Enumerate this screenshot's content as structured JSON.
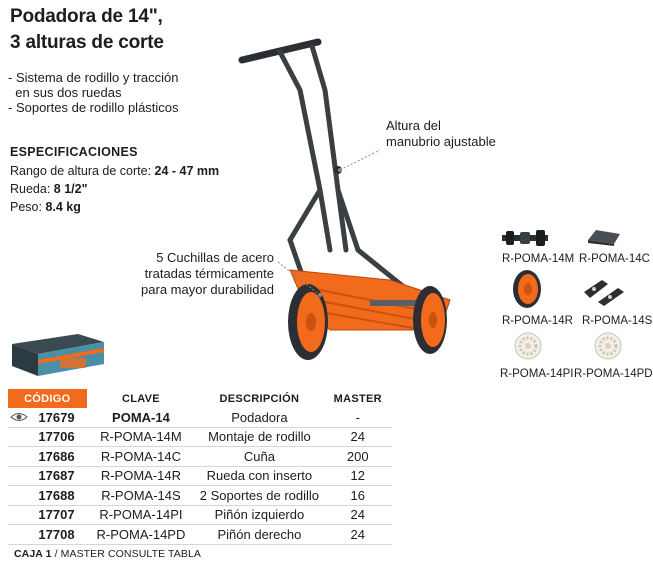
{
  "product": {
    "title_line1": "Podadora de 14\",",
    "title_line2": "3 alturas de corte"
  },
  "features": [
    "- Sistema de rodillo y tracción",
    "  en sus dos ruedas",
    "- Soportes de rodillo plásticos"
  ],
  "specs": {
    "heading": "ESPECIFICACIONES",
    "rows": [
      {
        "label": "Rango de altura de corte: ",
        "value": "24 - 47  mm"
      },
      {
        "label": "Rueda: ",
        "value": "8 1/2\""
      },
      {
        "label": "Peso: ",
        "value": "8.4 kg"
      }
    ]
  },
  "callouts": {
    "handle": [
      "Altura del",
      "manubrio ajustable"
    ],
    "blades": [
      "5 Cuchillas de acero",
      "tratadas térmicamente",
      "para mayor durabilidad"
    ]
  },
  "parts": [
    {
      "label": "R-POMA-14M",
      "icon": "roller-mount-icon"
    },
    {
      "label": "R-POMA-14C",
      "icon": "wedge-icon"
    },
    {
      "label": "R-POMA-14R",
      "icon": "wheel-icon"
    },
    {
      "label": "R-POMA-14S",
      "icon": "roller-supports-icon"
    },
    {
      "label": "R-POMA-14PI",
      "icon": "left-pinion-icon"
    },
    {
      "label": "R-POMA-14PD",
      "icon": "right-pinion-icon"
    }
  ],
  "table": {
    "headers": {
      "code": "CÓDIGO",
      "clave": "CLAVE",
      "desc": "DESCRIPCIÓN",
      "master": "MASTER"
    },
    "rows": [
      {
        "code": "17679",
        "clave": "POMA-14",
        "desc": "Podadora",
        "master": "-"
      },
      {
        "code": "17706",
        "clave": "R-POMA-14M",
        "desc": "Montaje de rodillo",
        "master": "24"
      },
      {
        "code": "17686",
        "clave": "R-POMA-14C",
        "desc": "Cuña",
        "master": "200"
      },
      {
        "code": "17687",
        "clave": "R-POMA-14R",
        "desc": "Rueda con inserto",
        "master": "12"
      },
      {
        "code": "17688",
        "clave": "R-POMA-14S",
        "desc": "2 Soportes de rodillo",
        "master": "16"
      },
      {
        "code": "17707",
        "clave": "R-POMA-14PI",
        "desc": "Piñón izquierdo",
        "master": "24"
      },
      {
        "code": "17708",
        "clave": "R-POMA-14PD",
        "desc": "Piñón derecho",
        "master": "24"
      }
    ]
  },
  "footer": {
    "caja": "CAJA 1",
    "rest": " / MASTER CONSULTE TABLA"
  },
  "colors": {
    "accent": "#f26a1b",
    "text": "#1d1d1b",
    "handle": "#3a3f44"
  }
}
